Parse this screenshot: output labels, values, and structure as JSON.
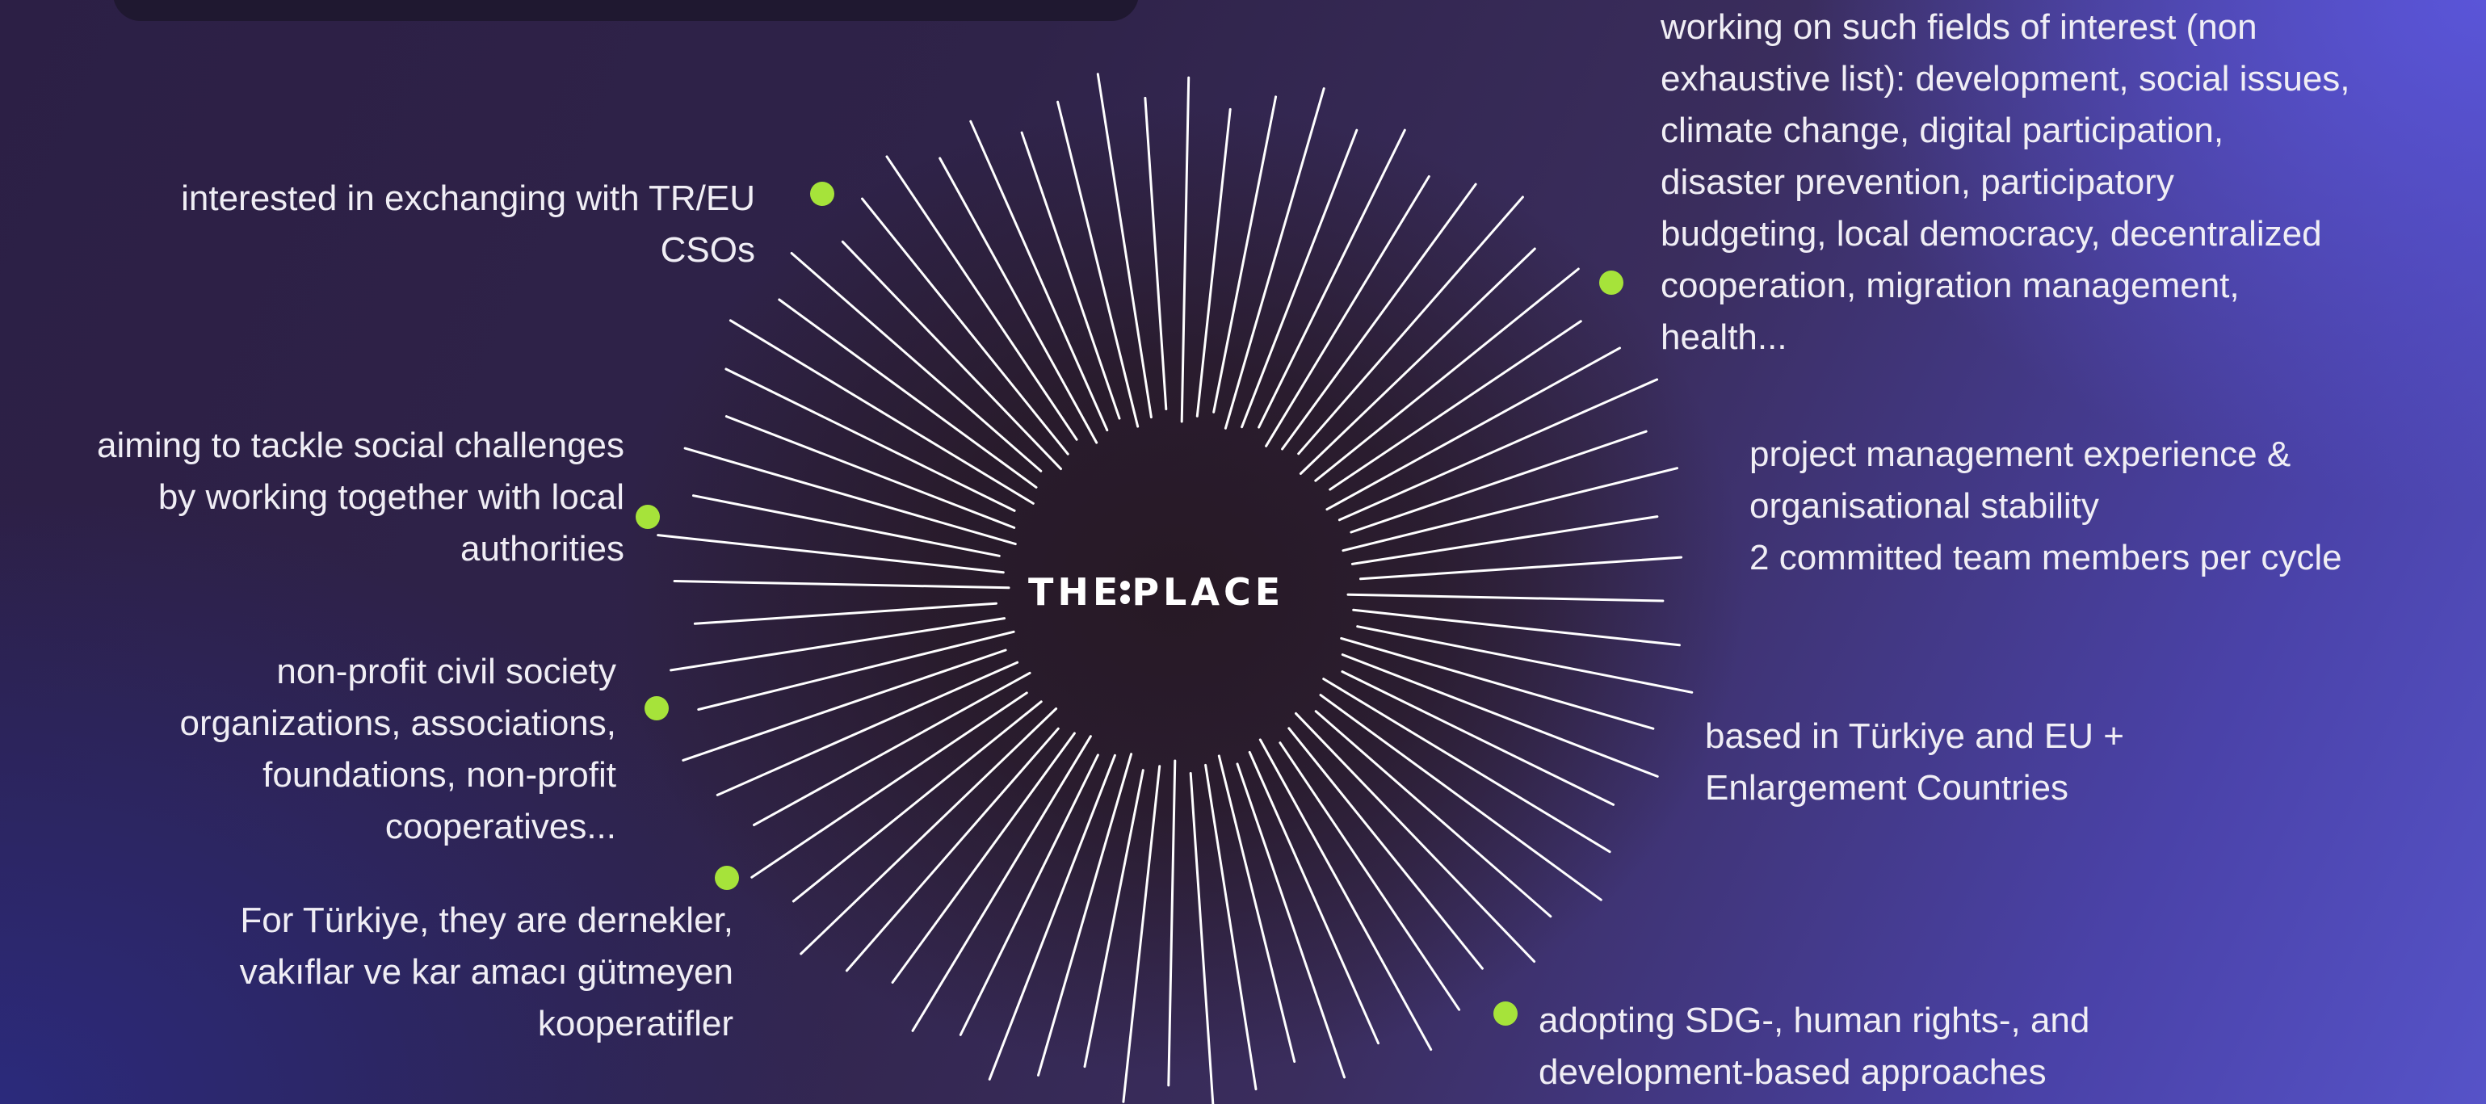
{
  "colors": {
    "accent_dot": "#a6e33a",
    "ray_color": "#ffffff",
    "center_glow": "#261822",
    "bg_top_right": "#5a55d8",
    "bg_left": "#2c1f45"
  },
  "center": {
    "logo_left": "THE",
    "logo_right": "PLACE"
  },
  "criteria": {
    "item_1": "interested in exchanging with TR/EU\nCSOs",
    "item_2": "aiming to tackle social challenges\nby working together with local\nauthorities",
    "item_3": "non-profit civil society\norganizations, associations,\nfoundations, non-profit\ncooperatives...",
    "item_4": "For Türkiye, they are dernekler,\nvakıflar ve kar amacı gütmeyen\nkooperatifler",
    "item_5": " working on such fields of interest (non\nexhaustive list): development, social issues,\nclimate change, digital participation,\ndisaster prevention, participatory\nbudgeting, local democracy, decentralized\ncooperation, migration management,\nhealth...",
    "item_6": "project management experience &\norganisational stability\n2 committed team members per cycle",
    "item_7": "based in Türkiye and EU +\nEnlargement Countries",
    "item_8": "adopting SDG-, human rights-, and\ndevelopment-based approaches"
  }
}
